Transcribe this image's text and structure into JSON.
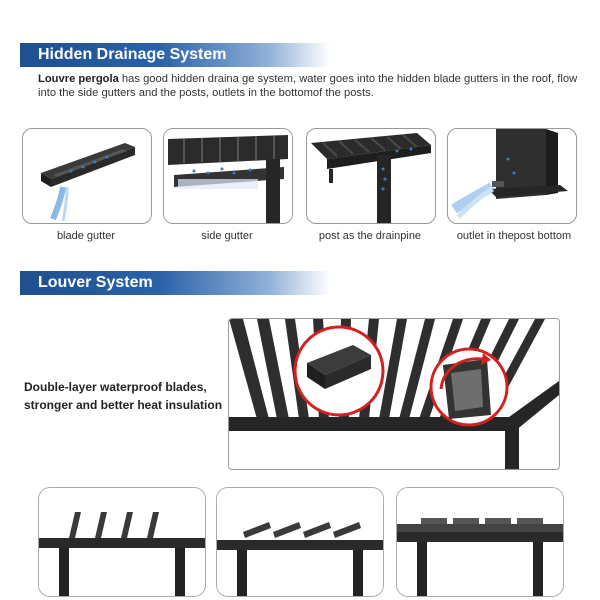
{
  "drainage": {
    "heading": "Hidden Drainage System",
    "description_lead": "Louvre pergola",
    "description_rest": " has good hidden draina ge system, water goes into the hidden blade gutters in the roof, flow into the side gutters and the posts, outlets in the bottomof the posts.",
    "items": [
      {
        "caption": "blade gutter"
      },
      {
        "caption": "side gutter"
      },
      {
        "caption": "post as the drainpine"
      },
      {
        "caption": "outlet in thepost bottom"
      }
    ]
  },
  "louver": {
    "heading": "Louver System",
    "feature_line1": "Double-layer waterproof blades,",
    "feature_line2": "stronger and better heat insulation"
  },
  "colors": {
    "banner": "#1f4f8f",
    "metal": "#2b2b2b",
    "water": "#3a78c8",
    "highlight_ring": "#d32020"
  }
}
